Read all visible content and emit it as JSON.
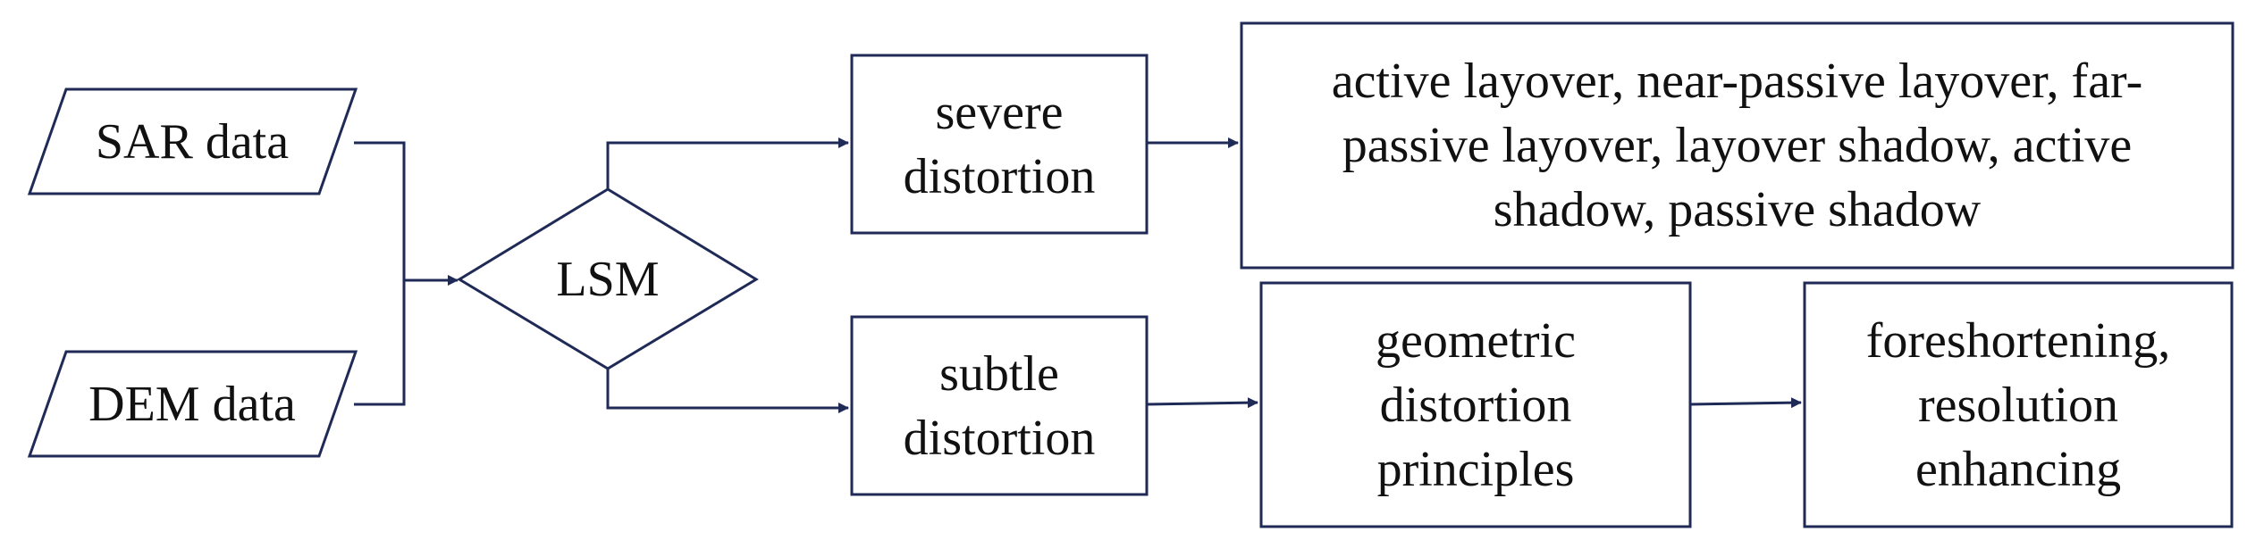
{
  "colors": {
    "stroke": "#1f2a56",
    "text": "#111111",
    "background": "#ffffff"
  },
  "nodes": {
    "sar": {
      "label": "SAR data"
    },
    "dem": {
      "label": "DEM data"
    },
    "lsm": {
      "label": "LSM"
    },
    "severe": {
      "lines": [
        "severe",
        "distortion"
      ]
    },
    "subtle": {
      "lines": [
        "subtle",
        "distortion"
      ]
    },
    "severe_types": {
      "lines": [
        "active layover, near-passive layover, far-",
        "passive layover, layover shadow, active",
        "shadow, passive shadow"
      ]
    },
    "principles": {
      "lines": [
        "geometric",
        "distortion",
        "principles"
      ]
    },
    "subtle_types": {
      "lines": [
        "foreshortening,",
        "resolution",
        "enhancing"
      ]
    }
  }
}
